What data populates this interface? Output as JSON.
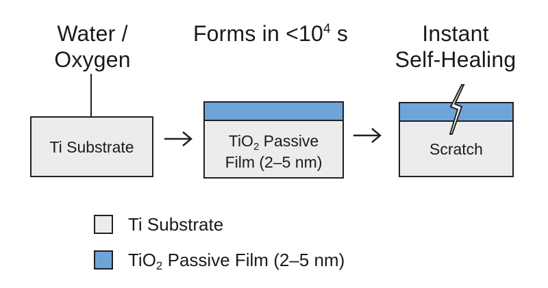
{
  "headings": {
    "water_line1": "Water /",
    "water_line2": "Oxygen",
    "forms_prefix": "Forms in <10",
    "forms_exp": "4",
    "forms_suffix": " s",
    "healing_line1": "Instant",
    "healing_line2": "Self-Healing"
  },
  "boxes": {
    "substrate_label": "Ti Substrate",
    "film_label_line1_a": "TiO",
    "film_label_line1_sub": "2",
    "film_label_line1_b": " Passive",
    "film_label_line2": "Film (2–5 nm)",
    "scratch_label": "Scratch"
  },
  "arrows": {
    "arrow1": "→",
    "arrow2": "→"
  },
  "legend": {
    "substrate": "Ti Substrate",
    "film_a": "TiO",
    "film_sub": "2",
    "film_b": " Passive Film (2–5 nm)"
  },
  "colors": {
    "substrate_fill": "#ececec",
    "film_fill": "#6fa4d9",
    "outline": "#1f1f1f"
  }
}
